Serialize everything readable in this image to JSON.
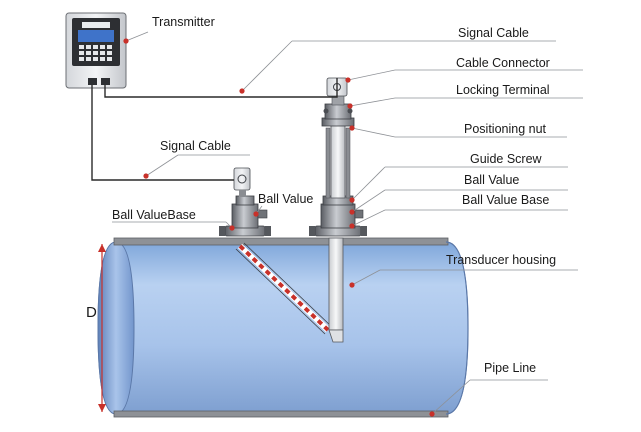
{
  "labels": {
    "transmitter": "Transmitter",
    "signal_cable_top": "Signal Cable",
    "cable_connector": "Cable Connector",
    "locking_terminal": "Locking Terminal",
    "positioning_nut": "Positioning nut",
    "signal_cable_left": "Signal Cable",
    "guide_screw": "Guide Screw",
    "ball_value_right": "Ball Value",
    "ball_value_left": "Ball Value",
    "ball_value_base_left": "Ball ValueBase",
    "ball_value_base_right": "Ball Value Base",
    "transducer_housing": "Transducer housing",
    "diameter": "D",
    "pipe_line": "Pipe Line"
  },
  "colors": {
    "pipe_fill": "#a9c6ec",
    "pipe_dark": "#6f95c9",
    "steel": "#8d9096",
    "accent_red": "#c8312a",
    "screen_blue": "#3f73c9"
  }
}
